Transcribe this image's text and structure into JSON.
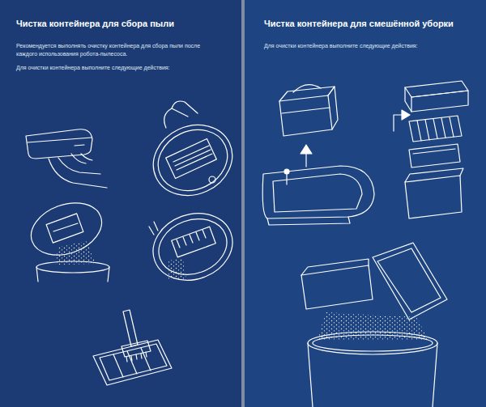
{
  "diagram": {
    "nodes": [
      {
        "text": [
          "Чистка контейнера для сбора пыли",
          "Рекомендуется выполнять очистку контейнера для сбора пыли после каждого использования робота-пылесоса.",
          "Для очистки контейнера выполните следующие действия:"
        ]
      },
      {
        "text": [
          "Чистка контейнера для смешённой уборки",
          "Для очистки контейнера выполните следующие действия:"
        ]
      }
    ]
  }
}
